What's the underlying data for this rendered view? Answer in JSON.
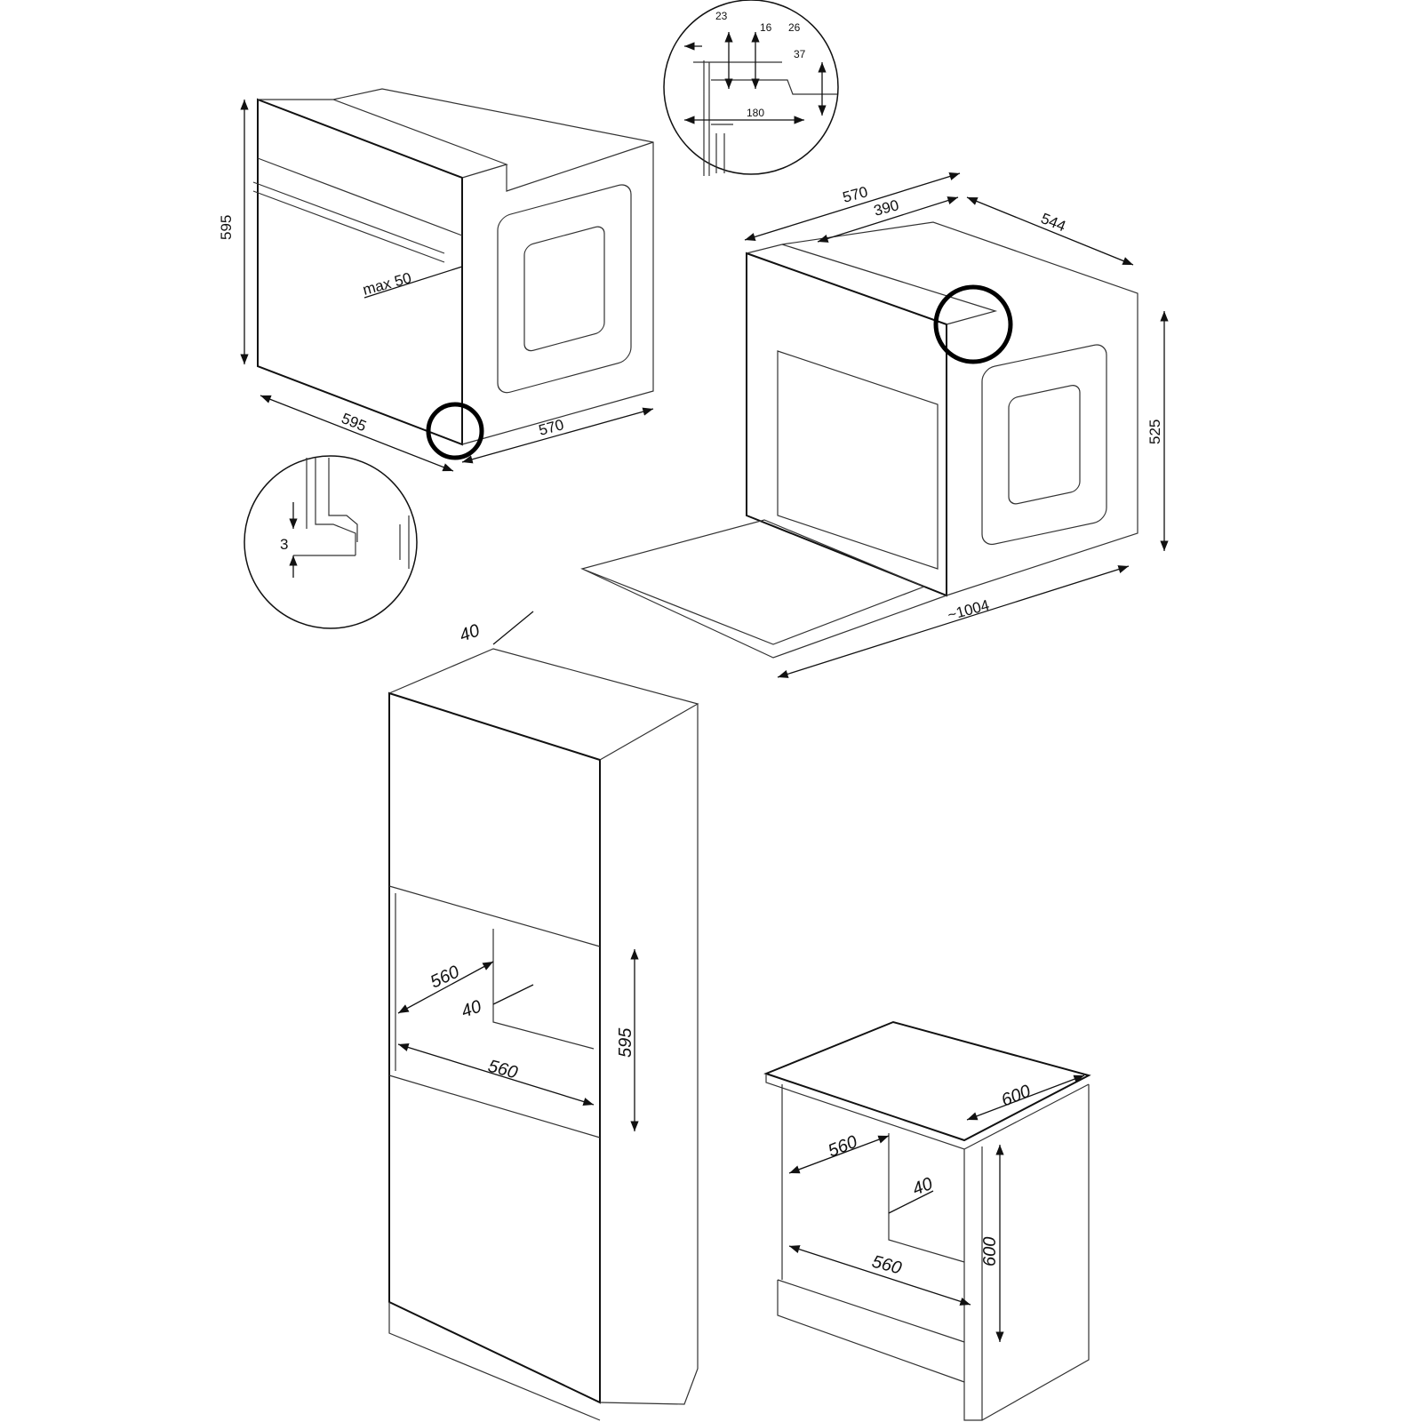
{
  "detail_top": {
    "d23": "23",
    "d16": "16",
    "d26": "26",
    "d37": "37",
    "d180": "180"
  },
  "oven_front": {
    "height": "595",
    "gap": "max 50",
    "width": "595",
    "depth": "570"
  },
  "detail_left": {
    "gap": "3"
  },
  "oven_open": {
    "depth": "570",
    "depth_rear": "390",
    "width": "544",
    "height": "525",
    "open_depth": "~1004"
  },
  "tall_cabinet": {
    "rear_gap": "40",
    "niche_depth": "560",
    "vent_gap": "40",
    "niche_width": "560",
    "niche_height": "595"
  },
  "under_counter": {
    "top_depth": "600",
    "niche_depth": "560",
    "vent_gap": "40",
    "niche_width": "560",
    "niche_height": "600"
  }
}
